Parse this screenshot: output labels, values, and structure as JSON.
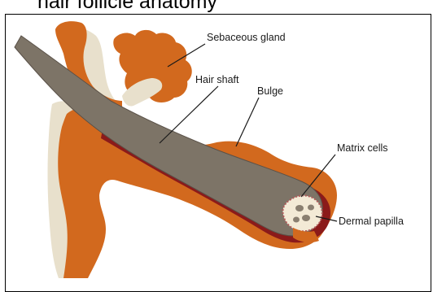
{
  "figure": {
    "heading_fragment": "hair follicle anatomy",
    "labels": {
      "sebaceous_gland": "Sebaceous gland",
      "hair_shaft": "Hair shaft",
      "bulge": "Bulge",
      "matrix_cells": "Matrix cells",
      "dermal_papilla": "Dermal papilla"
    },
    "colors": {
      "tissue_orange": "#d2691e",
      "sheath_cream": "#e8e0cc",
      "shaft_gray": "#7d7467",
      "shaft_edge": "#5a5148",
      "root_sheath_red": "#8b1a1a",
      "papilla_cream": "#f3ead6"
    }
  }
}
